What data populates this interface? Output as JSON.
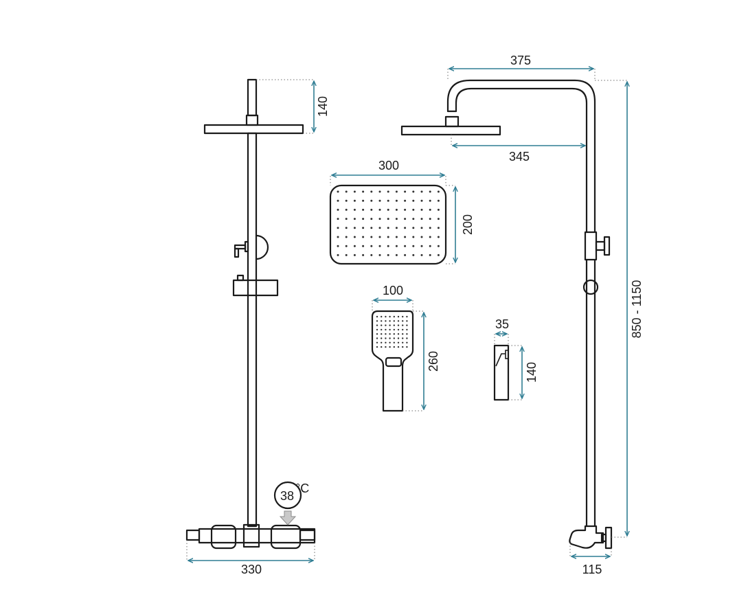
{
  "dimensions": {
    "top_pipe_height": "140",
    "arm_length_outer": "375",
    "arm_length_inner": "345",
    "head_width": "300",
    "head_height": "200",
    "hand_width": "100",
    "hand_height": "260",
    "holder_width": "35",
    "holder_height": "140",
    "column_height": "850 - 1150",
    "mixer_width": "330",
    "mixer_depth": "115"
  },
  "display": {
    "temperature": "38",
    "unit": "°C"
  },
  "colors": {
    "line": "#1a1a1a",
    "dimension": "#2f7d93"
  }
}
